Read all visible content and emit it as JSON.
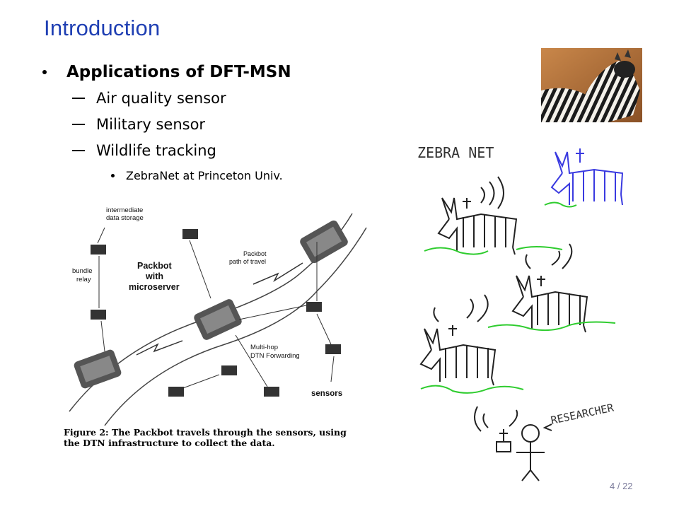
{
  "slide": {
    "title": "Introduction",
    "page_number": "4 / 22"
  },
  "content": {
    "heading": "Applications of DFT-MSN",
    "items": [
      "Air quality sensor",
      "Military sensor",
      "Wildlife tracking"
    ],
    "sub_items": [
      "ZebraNet at Princeton Univ."
    ]
  },
  "packbot_figure": {
    "labels": {
      "storage": "intermediate",
      "storage2": "data storage",
      "bundle": "bundle",
      "relay": "relay",
      "packbot1": "Packbot",
      "packbot2": "with",
      "packbot3": "microserver",
      "path1": "Packbot",
      "path2": "path of travel",
      "multihop1": "Multi-hop",
      "multihop2": "DTN Forwarding",
      "sensors": "sensors"
    },
    "caption_line1": "Figure 2:  The Packbot travels through the sensors, using",
    "caption_line2": "the DTN infrastructure to collect the data."
  },
  "sketch": {
    "zebranet_label": "ZEBRA NET",
    "researcher_label": "RESEARCHER"
  },
  "colors": {
    "title": "#1f3fb3",
    "sketch_blue": "#3a3ae0",
    "sketch_green": "#2ecc2e"
  }
}
